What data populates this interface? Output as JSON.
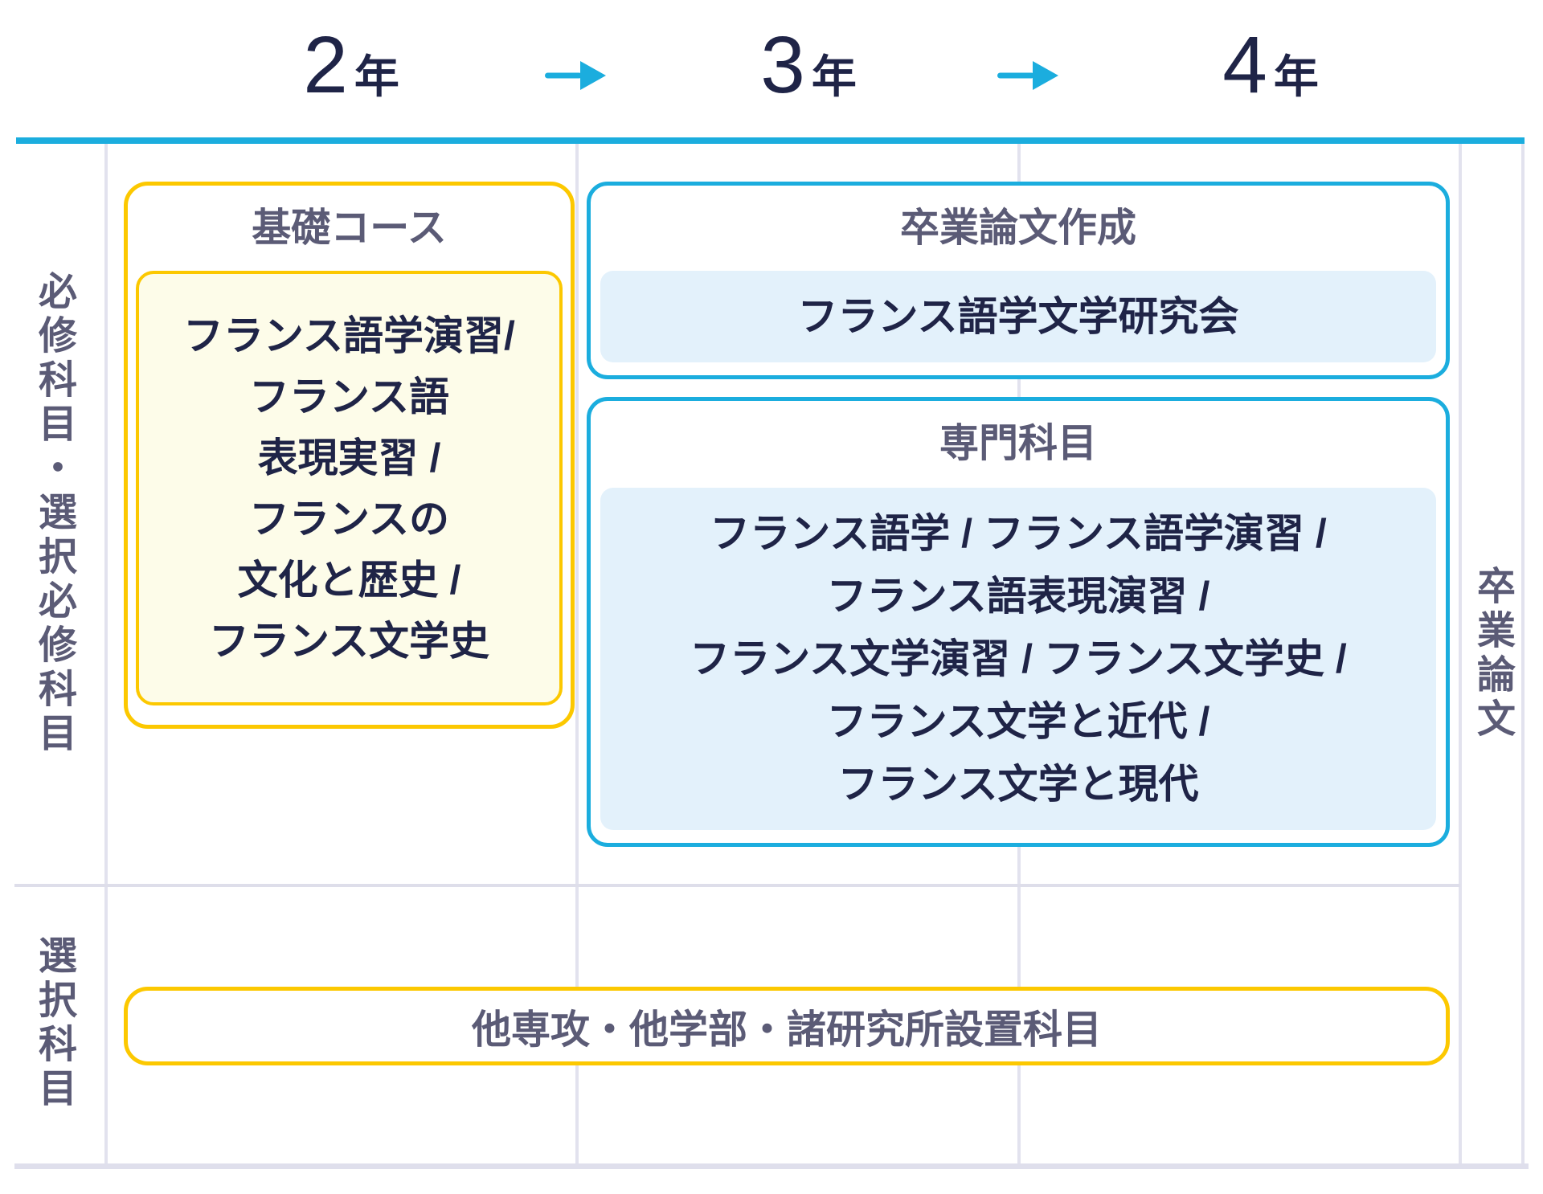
{
  "header": {
    "years": [
      {
        "number": "2",
        "suffix": "年"
      },
      {
        "number": "3",
        "suffix": "年"
      },
      {
        "number": "4",
        "suffix": "年"
      }
    ],
    "arrow_icon": "right-arrow"
  },
  "row_labels": {
    "top": "必修科目・選択必修科目",
    "bottom": "選択科目"
  },
  "column_label_right": "卒業論文",
  "boxes": {
    "basic_course": {
      "title": "基礎コース",
      "lines": [
        "フランス語学演習/",
        "フランス語",
        "表現実習 /",
        "フランスの",
        "文化と歴史 /",
        "フランス文学史"
      ]
    },
    "thesis_writing": {
      "title": "卒業論文作成",
      "content": "フランス語学文学研究会"
    },
    "specialized": {
      "title": "専門科目",
      "lines": [
        "フランス語学 / フランス語学演習 /",
        "フランス語表現演習 /",
        "フランス文学演習 / フランス文学史 /",
        "フランス文学と近代 /",
        "フランス文学と現代"
      ]
    },
    "other_courses": {
      "label": "他専攻・他学部・諸研究所設置科目"
    }
  },
  "colors": {
    "accent_cyan": "#1badde",
    "accent_yellow": "#fcc800",
    "navy_text": "#1f2447",
    "slate_text": "#5b5b76",
    "cream_fill": "#fdfce9",
    "lightblue_fill": "#e3f1fb",
    "grid_line": "#e2e2ee"
  }
}
